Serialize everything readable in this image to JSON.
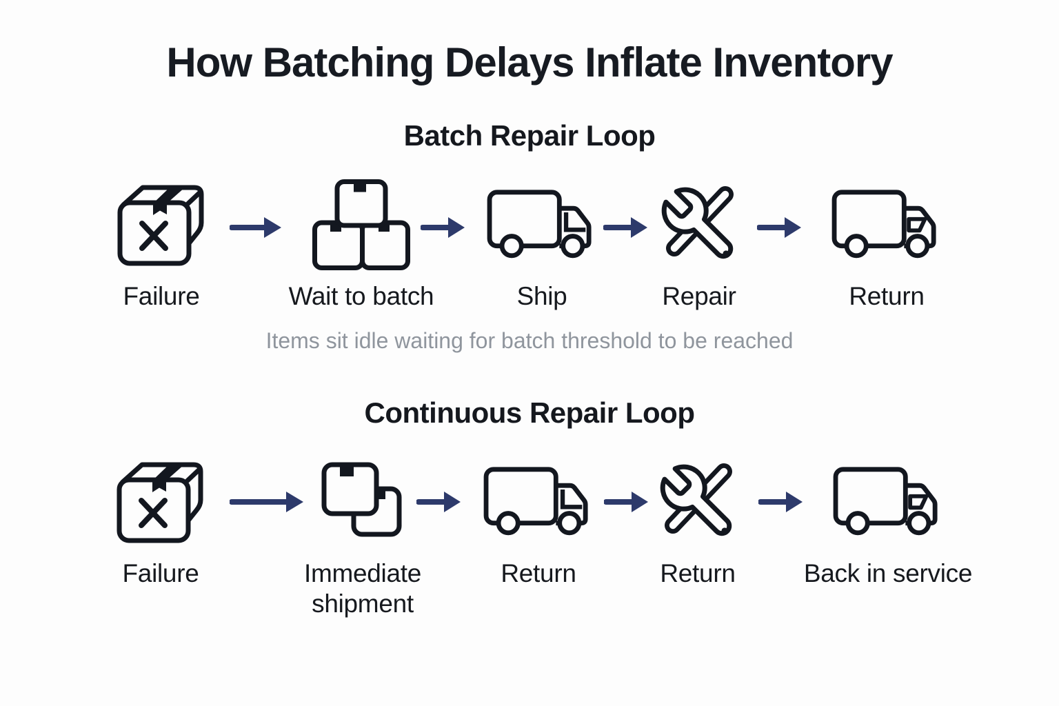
{
  "title": "How Batching Delays Inflate Inventory",
  "colors": {
    "background": "#fdfdfd",
    "title_text": "#171b22",
    "label_text": "#16191e",
    "caption_text": "#8f959d",
    "icon_stroke": "#13171f",
    "arrow": "#2d3a6b"
  },
  "sections": [
    {
      "heading": "Batch Repair Loop",
      "caption": "Items sit idle waiting for batch threshold to be reached",
      "steps": [
        {
          "label": "Failure",
          "icon": "damaged-package-icon"
        },
        {
          "label": "Wait to batch",
          "icon": "stacked-boxes-icon"
        },
        {
          "label": "Ship",
          "icon": "truck-icon"
        },
        {
          "label": "Repair",
          "icon": "wrench-screwdriver-icon"
        },
        {
          "label": "Return",
          "icon": "truck-icon"
        }
      ]
    },
    {
      "heading": "Continuous Repair Loop",
      "steps": [
        {
          "label": "Failure",
          "icon": "damaged-package-icon"
        },
        {
          "label": "Immediate shipment",
          "icon": "two-boxes-icon"
        },
        {
          "label": "Return",
          "icon": "truck-icon"
        },
        {
          "label": "Return",
          "icon": "wrench-screwdriver-icon"
        },
        {
          "label": "Back in service",
          "icon": "truck-icon"
        }
      ]
    }
  ]
}
